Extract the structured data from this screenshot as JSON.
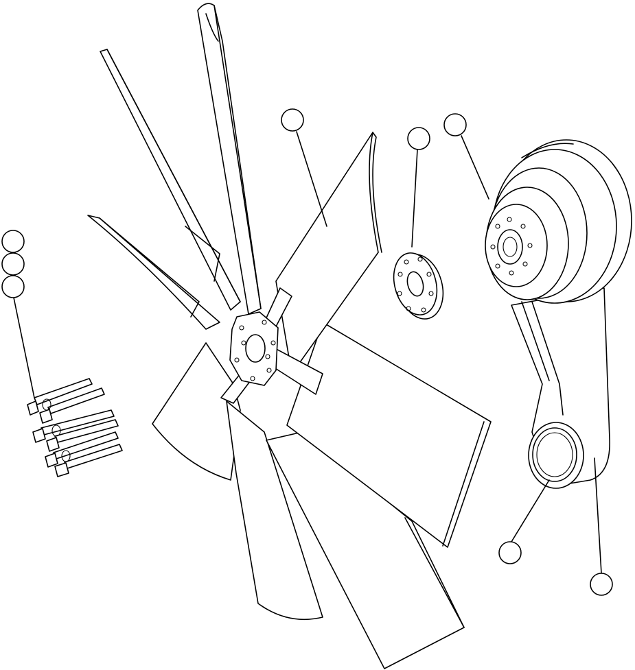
{
  "diagram": {
    "parts": [
      {
        "id": "fan-assembly",
        "callout": ""
      },
      {
        "id": "spacer",
        "callout": ""
      },
      {
        "id": "fan-pulley",
        "callout": ""
      },
      {
        "id": "fan-bracket",
        "callout": ""
      },
      {
        "id": "bracket-bearing",
        "callout": ""
      },
      {
        "id": "bolt",
        "callout": ""
      },
      {
        "id": "lock-washer",
        "callout": ""
      },
      {
        "id": "flat-washer",
        "callout": ""
      }
    ],
    "colors": {
      "stroke": "#000000",
      "background": "#ffffff"
    }
  }
}
